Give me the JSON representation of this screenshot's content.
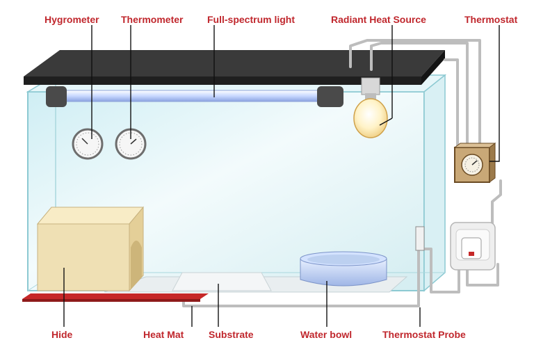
{
  "labels": {
    "hygrometer": "Hygrometer",
    "thermometer": "Thermometer",
    "light": "Full-spectrum light",
    "heat_source": "Radiant Heat Source",
    "thermostat": "Thermostat",
    "hide": "Hide",
    "heat_mat": "Heat Mat",
    "substrate": "Substrate",
    "water_bowl": "Water bowl",
    "probe": "Thermostat Probe"
  },
  "colors": {
    "label": "#c0272d",
    "leader": "#111111",
    "glass": "#dff3f7",
    "glass_edge": "#8cc9d2",
    "lid": "#2b2b2b",
    "heat_mat": "#c62828",
    "hide": "#efe0b4",
    "thermostat_box": "#c9a877",
    "water": "#bcd0f0",
    "bulb": "#fff2c4"
  }
}
